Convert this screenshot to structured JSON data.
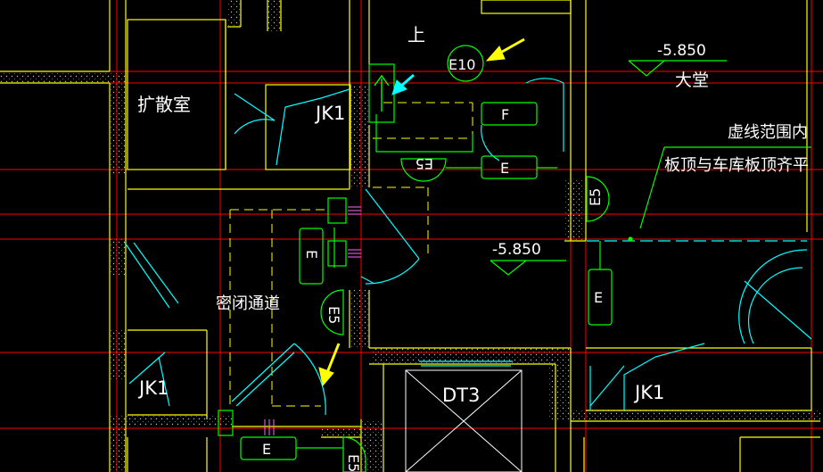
{
  "labels": {
    "up": "上",
    "lobby": "大堂",
    "elevation_top": "-5.850",
    "elevation_mid": "-5.850",
    "expansion_room": "扩散室",
    "closed_passage": "密闭通道",
    "note_line1": "虚线范围内",
    "note_line2": "板顶与车库板顶齐平",
    "jk1_a": "JK1",
    "jk1_b": "JK1",
    "jk1_c": "JK1",
    "dt3": "DT3"
  },
  "tags": {
    "e10": "E10",
    "e5_a": "E5",
    "e5_b": "E5",
    "e5_c": "E5",
    "e5_d": "E5",
    "f": "F",
    "e_a": "E",
    "e_b": "E",
    "e_c": "E",
    "e_d": "E"
  },
  "colors": {
    "background": "#000000",
    "wall": "#ffff00",
    "axis": "#ff0000",
    "door": "#00ffff",
    "equipment": "#00ff00",
    "text": "#ffffff",
    "hatch": "#ffffff",
    "dim": "#ff00ff",
    "arrow": "#ffff00"
  },
  "icons": [
    "up-arrow-icon",
    "yellow-pointer-arrow-icon",
    "cyan-pointer-arrow-icon",
    "elevation-marker-icon"
  ]
}
